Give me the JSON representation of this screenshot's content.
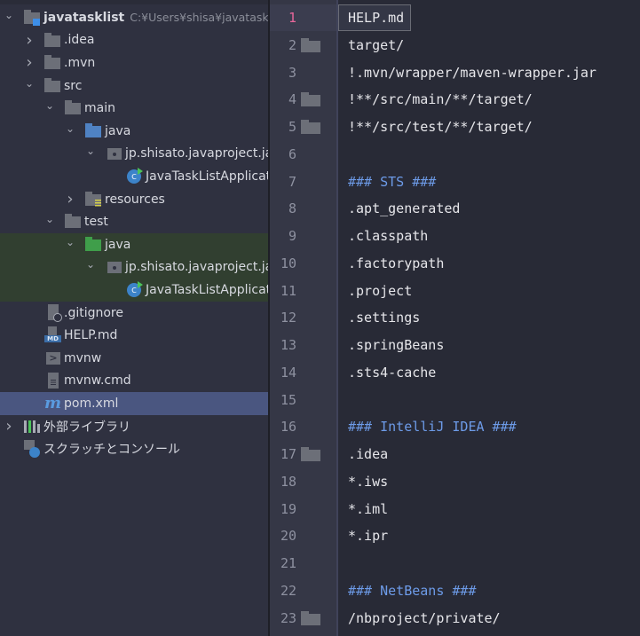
{
  "project_tree": {
    "items": [
      {
        "label": "javatasklist",
        "path": "C:¥Users¥shisa¥javatasklist",
        "level": 0,
        "chevron": "expanded",
        "icon": "project-folder-icon"
      },
      {
        "label": ".idea",
        "level": 1,
        "chevron": "collapsed",
        "icon": "folder-icon"
      },
      {
        "label": ".mvn",
        "level": 1,
        "chevron": "collapsed",
        "icon": "folder-icon"
      },
      {
        "label": "src",
        "level": 1,
        "chevron": "expanded",
        "icon": "folder-icon"
      },
      {
        "label": "main",
        "level": 2,
        "chevron": "expanded",
        "icon": "folder-icon"
      },
      {
        "label": "java",
        "level": 3,
        "chevron": "expanded",
        "icon": "source-folder-icon"
      },
      {
        "label": "jp.shisato.javaproject.jav",
        "level": 4,
        "chevron": "expanded",
        "icon": "package-icon"
      },
      {
        "label": "JavaTaskListApplicat",
        "level": 5,
        "chevron": "none",
        "icon": "spring-class-icon"
      },
      {
        "label": "resources",
        "level": 3,
        "chevron": "collapsed",
        "icon": "resources-folder-icon"
      },
      {
        "label": "test",
        "level": 2,
        "chevron": "expanded",
        "icon": "folder-icon"
      },
      {
        "label": "java",
        "level": 3,
        "chevron": "expanded",
        "icon": "test-folder-icon",
        "highlight": true
      },
      {
        "label": "jp.shisato.javaproject.jav",
        "level": 4,
        "chevron": "expanded",
        "icon": "package-icon",
        "highlight": true
      },
      {
        "label": "JavaTaskListApplicat",
        "level": 5,
        "chevron": "none",
        "icon": "test-class-icon",
        "highlight": true
      },
      {
        "label": ".gitignore",
        "level": 1,
        "chevron": "none",
        "icon": "gitignore-file-icon"
      },
      {
        "label": "HELP.md",
        "level": 1,
        "chevron": "none",
        "icon": "markdown-file-icon"
      },
      {
        "label": "mvnw",
        "level": 1,
        "chevron": "none",
        "icon": "shell-script-icon"
      },
      {
        "label": "mvnw.cmd",
        "level": 1,
        "chevron": "none",
        "icon": "text-file-icon"
      },
      {
        "label": "pom.xml",
        "level": 1,
        "chevron": "none",
        "icon": "maven-icon",
        "selected": true
      },
      {
        "label": "外部ライブラリ",
        "level": 0,
        "chevron": "collapsed",
        "icon": "libraries-icon"
      },
      {
        "label": "スクラッチとコンソール",
        "level": 0,
        "chevron": "none",
        "icon": "scratches-icon"
      }
    ]
  },
  "editor": {
    "current_line": 1,
    "lines": [
      {
        "n": "1",
        "text": "HELP.md"
      },
      {
        "n": "2",
        "text": "target/",
        "fold": true
      },
      {
        "n": "3",
        "text": "!.mvn/wrapper/maven-wrapper.jar"
      },
      {
        "n": "4",
        "text": "!**/src/main/**/target/",
        "fold": true
      },
      {
        "n": "5",
        "text": "!**/src/test/**/target/",
        "fold": true
      },
      {
        "n": "6",
        "text": ""
      },
      {
        "n": "7",
        "text": "### STS ###",
        "comment": true
      },
      {
        "n": "8",
        "text": ".apt_generated"
      },
      {
        "n": "9",
        "text": ".classpath"
      },
      {
        "n": "10",
        "text": ".factorypath"
      },
      {
        "n": "11",
        "text": ".project"
      },
      {
        "n": "12",
        "text": ".settings"
      },
      {
        "n": "13",
        "text": ".springBeans"
      },
      {
        "n": "14",
        "text": ".sts4-cache"
      },
      {
        "n": "15",
        "text": ""
      },
      {
        "n": "16",
        "text": "### IntelliJ IDEA ###",
        "comment": true
      },
      {
        "n": "17",
        "text": ".idea",
        "fold": true
      },
      {
        "n": "18",
        "text": "*.iws"
      },
      {
        "n": "19",
        "text": "*.iml"
      },
      {
        "n": "20",
        "text": "*.ipr"
      },
      {
        "n": "21",
        "text": ""
      },
      {
        "n": "22",
        "text": "### NetBeans ###",
        "comment": true
      },
      {
        "n": "23",
        "text": "/nbproject/private/",
        "fold": true
      }
    ]
  },
  "colors": {
    "comment": "#6d9be8",
    "current_line_number": "#e8679b",
    "selection": "#4a5680",
    "test_highlight": "#313f30"
  }
}
